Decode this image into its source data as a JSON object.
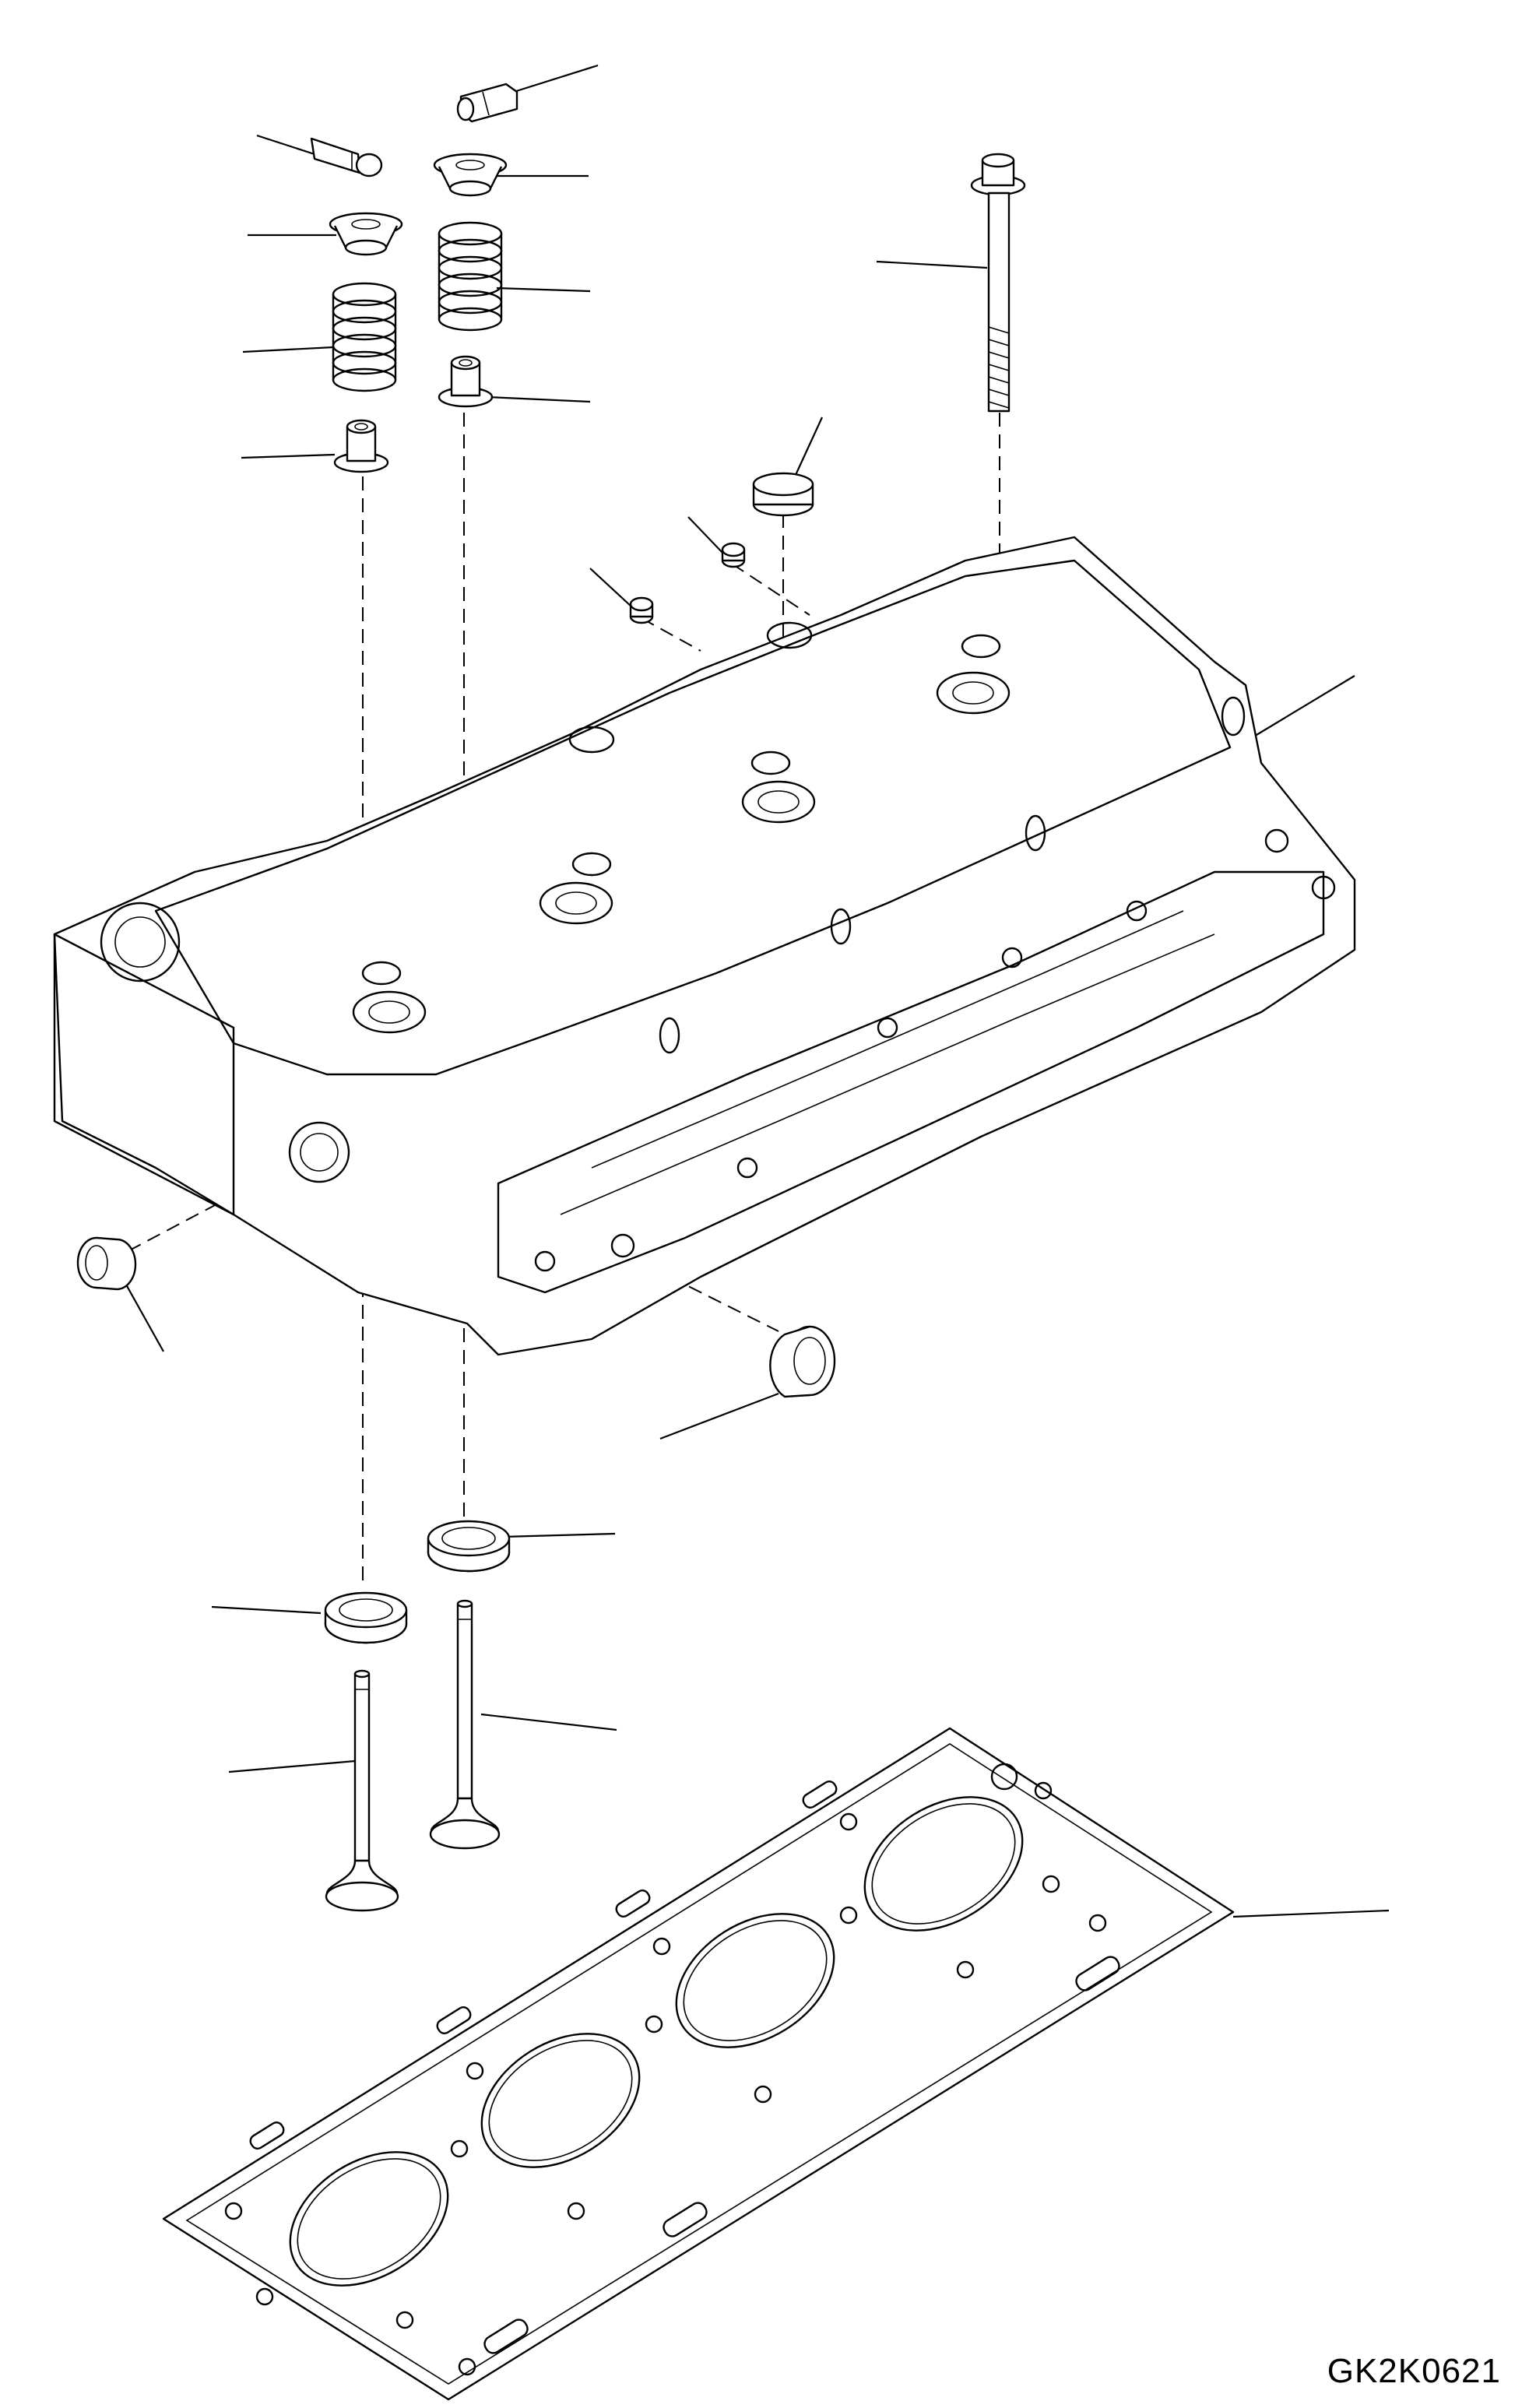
{
  "drawing": {
    "code": "GK2K0621",
    "parts": [
      {
        "id": "valve-keeper-exhaust",
        "icon": "collet-icon"
      },
      {
        "id": "valve-keeper-intake",
        "icon": "collet-icon"
      },
      {
        "id": "spring-retainer-intake",
        "icon": "retainer-icon"
      },
      {
        "id": "spring-retainer-exhaust",
        "icon": "retainer-icon"
      },
      {
        "id": "valve-spring-intake",
        "icon": "spring-icon"
      },
      {
        "id": "valve-spring-exhaust",
        "icon": "spring-icon"
      },
      {
        "id": "valve-stem-seal-intake",
        "icon": "seal-icon"
      },
      {
        "id": "valve-stem-seal-exhaust",
        "icon": "seal-icon"
      },
      {
        "id": "head-bolt",
        "icon": "bolt-icon"
      },
      {
        "id": "cup-plug-top",
        "icon": "plug-icon"
      },
      {
        "id": "dowel-pin-1",
        "icon": "pin-icon"
      },
      {
        "id": "dowel-pin-2",
        "icon": "pin-icon"
      },
      {
        "id": "cylinder-head",
        "icon": "cylinder-head-icon"
      },
      {
        "id": "expansion-plug-left",
        "icon": "plug-icon"
      },
      {
        "id": "expansion-plug-right",
        "icon": "plug-icon"
      },
      {
        "id": "valve-seat-insert-exhaust",
        "icon": "ring-icon"
      },
      {
        "id": "valve-seat-insert-intake",
        "icon": "ring-icon"
      },
      {
        "id": "exhaust-valve",
        "icon": "valve-icon"
      },
      {
        "id": "intake-valve",
        "icon": "valve-icon"
      },
      {
        "id": "head-gasket",
        "icon": "gasket-icon"
      }
    ]
  }
}
